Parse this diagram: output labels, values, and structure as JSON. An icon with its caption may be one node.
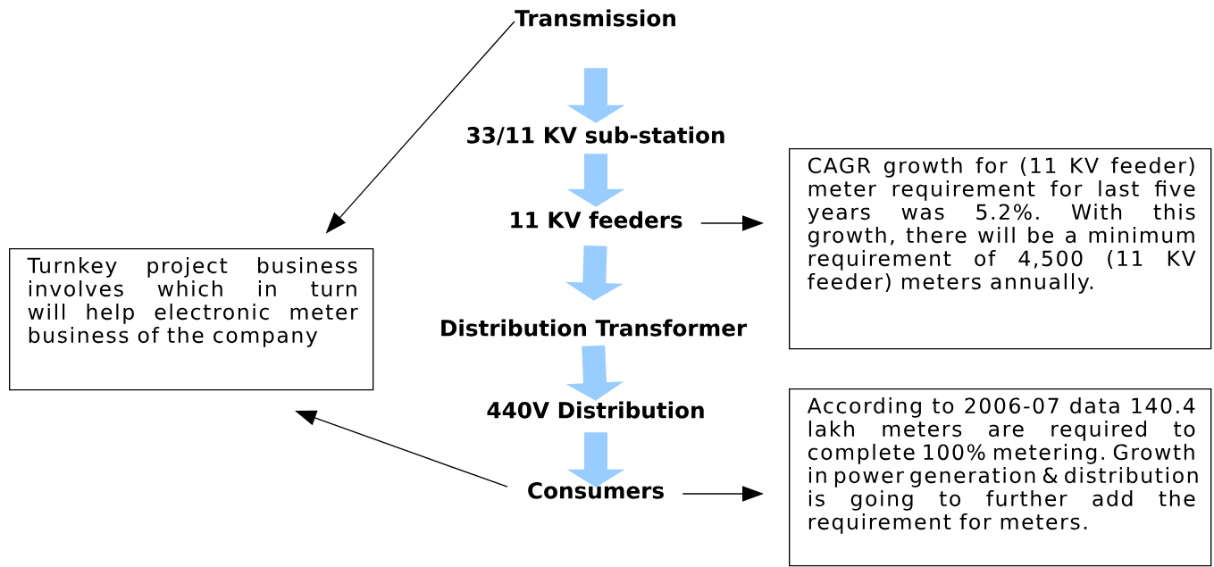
{
  "diagram": {
    "nodes": [
      {
        "text": [
          "Transmission"
        ]
      },
      {
        "text": [
          "33/11 KV sub-station"
        ]
      },
      {
        "text": [
          "11 KV feeders"
        ]
      },
      {
        "text": [
          "Distribution Transformer"
        ]
      },
      {
        "text": [
          "440V Distribution"
        ]
      },
      {
        "text": [
          "Consumers"
        ]
      },
      {
        "text": [
          "Turnkey project business involves which in turn will help electronic meter business of the company"
        ]
      },
      {
        "text": [
          "CAGR growth for (11 KV feeder) meter requirement for last five years was 5.2%. With this growth, there will be a minimum requirement of 4,500 (11 KV feeder) meters annually."
        ]
      },
      {
        "text": [
          "According to 2006-07 data 140.4 lakh meters are required to complete 100% metering. Growth in power generation & distribution is going to further add the requirement for meters."
        ]
      }
    ],
    "edges": [
      {
        "from": 0,
        "to": 1,
        "arrow": "to",
        "color": "#99ccff"
      },
      {
        "from": 1,
        "to": 2,
        "arrow": "to",
        "color": "#99ccff"
      },
      {
        "from": 2,
        "to": 3,
        "arrow": "to",
        "color": "#99ccff"
      },
      {
        "from": 3,
        "to": 4,
        "arrow": "to",
        "color": "#99ccff"
      },
      {
        "from": 4,
        "to": 5,
        "arrow": "to",
        "color": "#99ccff"
      },
      {
        "from": 0,
        "to": 6,
        "arrow": "to",
        "color": "#000000"
      },
      {
        "from": 5,
        "to": 6,
        "arrow": "to",
        "color": "#000000"
      },
      {
        "from": 2,
        "to": 7,
        "arrow": "to",
        "color": "#000000"
      },
      {
        "from": 5,
        "to": 8,
        "arrow": "to",
        "color": "#000000"
      }
    ]
  }
}
